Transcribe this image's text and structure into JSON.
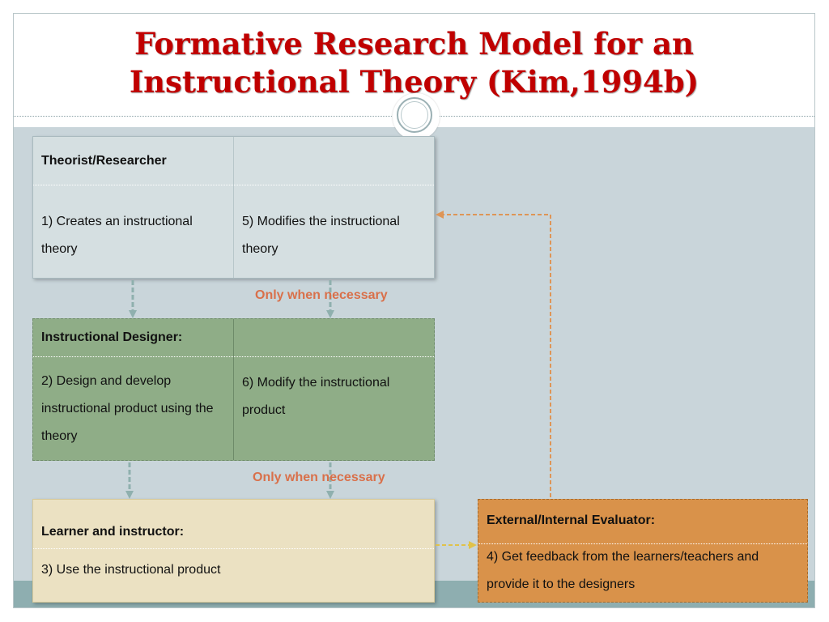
{
  "slide": {
    "title_line1": "Formative Research Model for an",
    "title_line2": "Instructional Theory (Kim,1994b)"
  },
  "boxes": {
    "theorist": {
      "header": "Theorist/Researcher",
      "left_text": "1) Creates an instructional theory",
      "right_text": "5) Modifies the instructional theory"
    },
    "designer": {
      "header": "Instructional Designer:",
      "left_text": "2) Design and develop instructional product using the theory",
      "right_text": "6) Modify the instructional product"
    },
    "learner": {
      "header": "Learner and instructor:",
      "text": "3) Use the instructional product"
    },
    "evaluator": {
      "header": "External/Internal Evaluator:",
      "text": "4) Get feedback from the learners/teachers and provide it to the designers"
    }
  },
  "notes": {
    "note1": "Only when necessary",
    "note2": "Only when necessary"
  },
  "colors": {
    "title": "#c00000",
    "arrow_grey": "#8fb0ae",
    "arrow_orange": "#de9556",
    "arrow_yellow": "#e0c24a",
    "note": "#d9704a"
  }
}
